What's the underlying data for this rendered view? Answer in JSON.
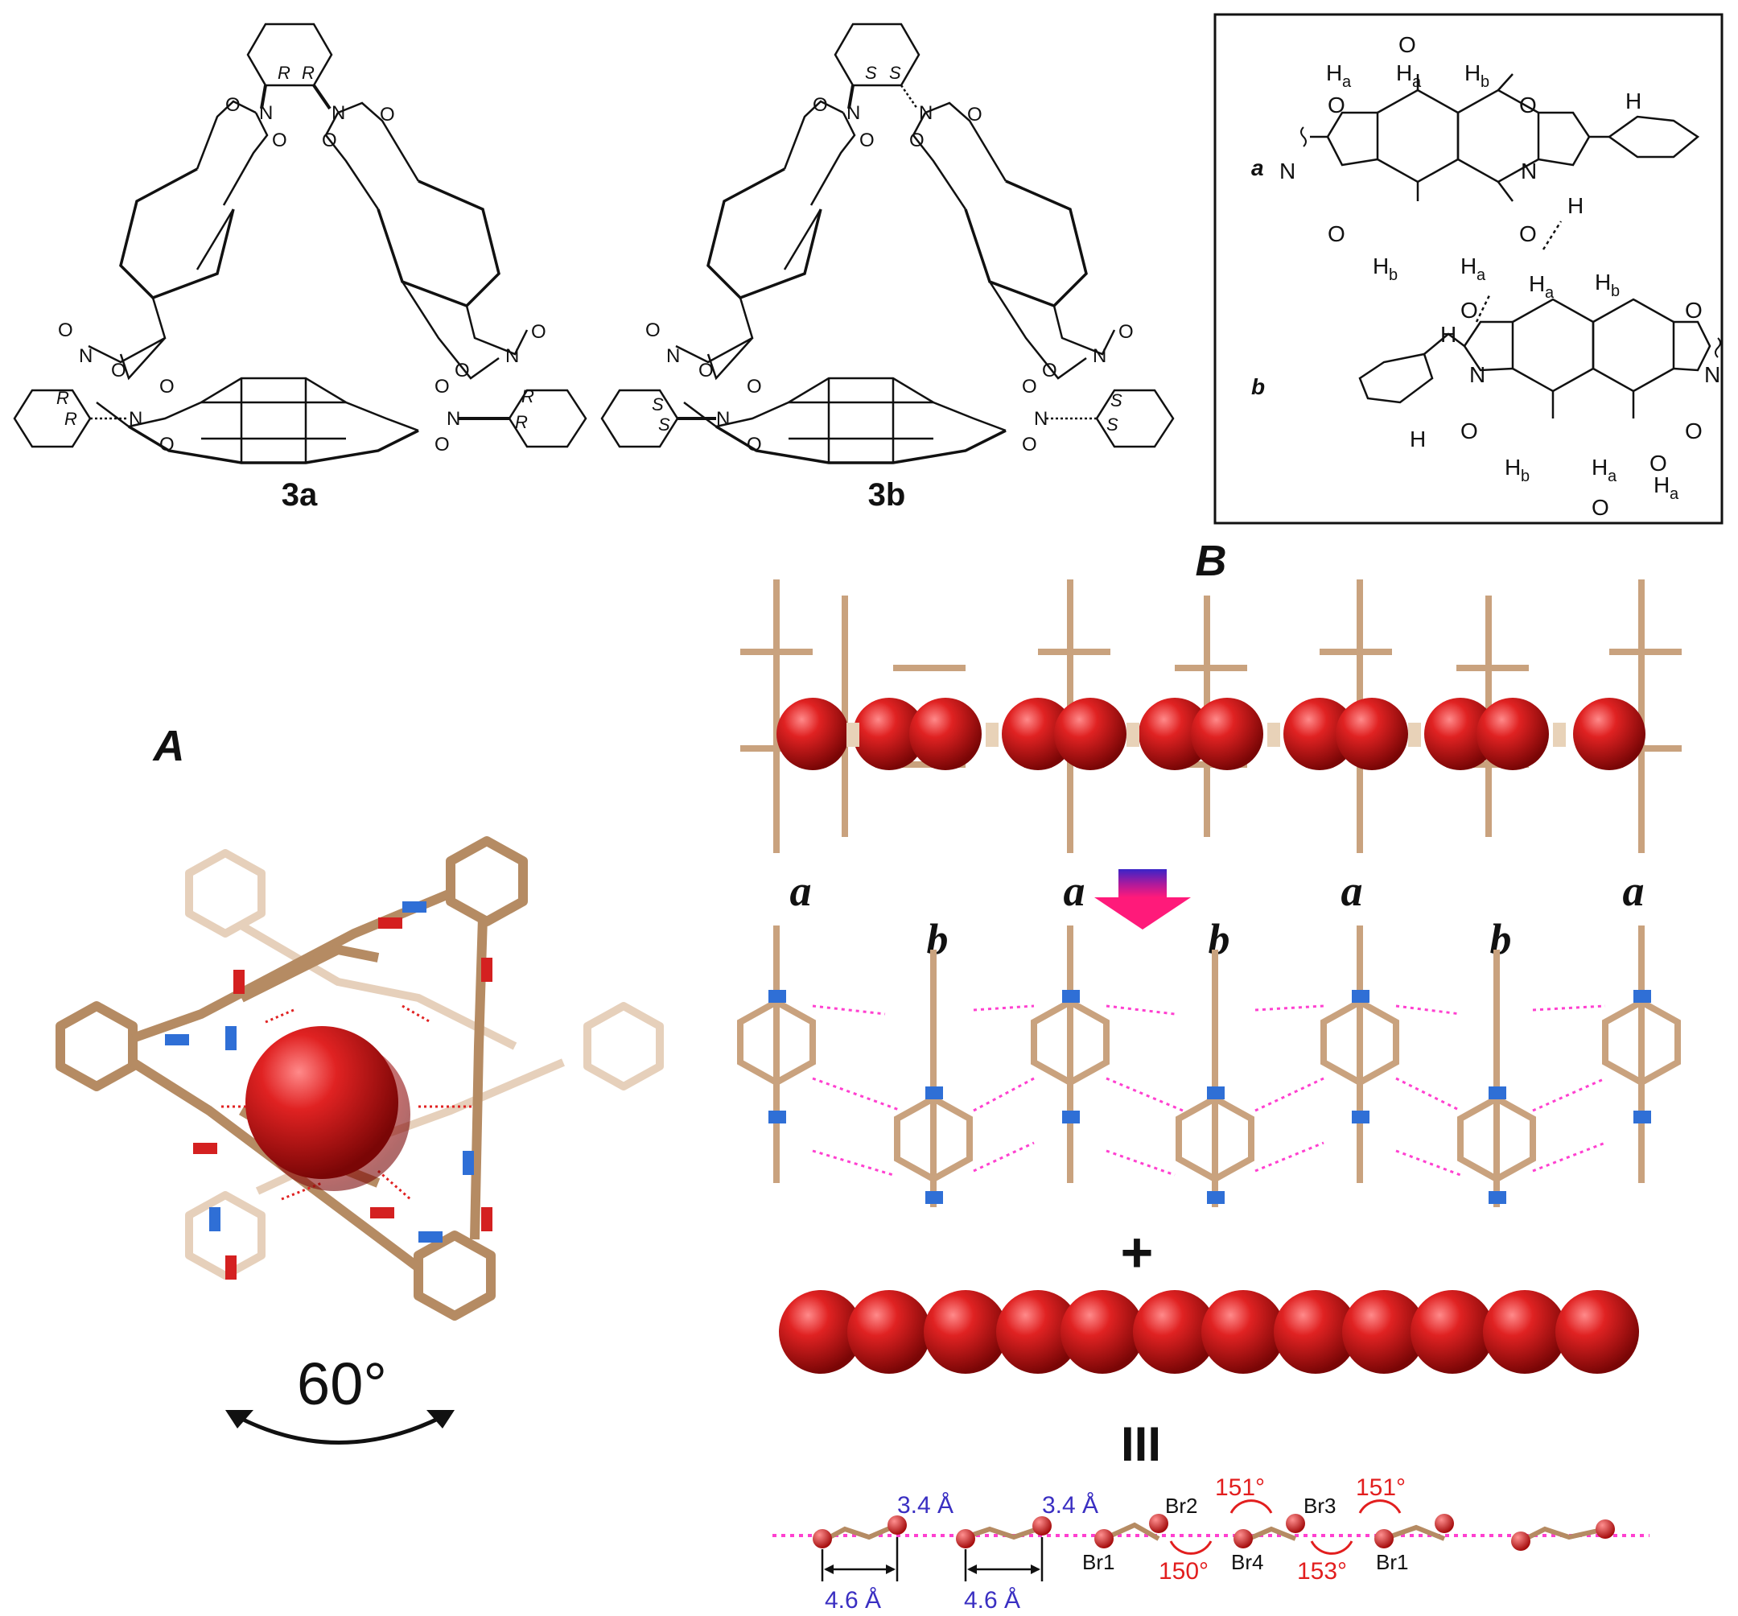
{
  "structures": {
    "macrocycle_3a": {
      "label": "3a",
      "stereo": "R"
    },
    "macrocycle_3b": {
      "label": "3b",
      "stereo": "S"
    },
    "atoms": {
      "oxygen": "O",
      "nitrogen": "N"
    }
  },
  "inset": {
    "unit_a": "a",
    "unit_b": "b",
    "h_a_text": "H",
    "h_a_sub": "a",
    "h_b_text": "H",
    "h_b_sub": "b",
    "h_text": "H",
    "o_text": "O",
    "n_text": "N"
  },
  "panel_a": {
    "label": "A",
    "angle": "60°",
    "colors": {
      "carbon": "#c9a27e",
      "oxygen": "#d42020",
      "nitrogen": "#2f6fd6",
      "hydrogen": "#f2f2f2",
      "bromide": "#cc1818"
    }
  },
  "panel_b": {
    "label": "B",
    "row_top_labels": [
      "a",
      "a",
      "a",
      "a"
    ],
    "row_bottom_labels": [
      "b",
      "b",
      "b"
    ],
    "plus": "+",
    "parallel_symbol": "III",
    "distances": {
      "stack_1": "3.4 Å",
      "stack_2": "3.4 Å",
      "span_1": "4.6 Å",
      "span_2": "4.6 Å"
    },
    "atom_labels": {
      "br1_left": "Br1",
      "br2": "Br2",
      "br3": "Br3",
      "br4": "Br4",
      "br1_right": "Br1"
    },
    "angles": {
      "upper_left": "151°",
      "upper_right": "151°",
      "lower_left": "150°",
      "lower_right": "153°"
    },
    "colors": {
      "distance_text": "#3a2fc2",
      "angle_text": "#e21e1e",
      "contact_line": "#ff40d0"
    }
  }
}
